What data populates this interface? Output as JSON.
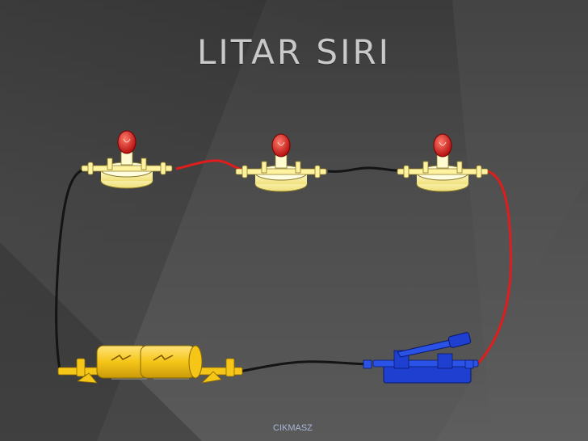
{
  "slide": {
    "title": "LITAR SIRI",
    "footer": "CIKMASZ"
  },
  "colors": {
    "background": "#4a4a4a",
    "title": "#c9c9c9",
    "lamp_base": "#fff3a0",
    "bulb": "#d01818",
    "wire_red": "#e01c1c",
    "wire_black": "#141414",
    "battery": "#f5c518",
    "switch": "#1f3fd0",
    "footer": "#a8b5d6"
  },
  "components": {
    "lamps": [
      "lamp",
      "lamp",
      "lamp"
    ],
    "battery_cells": [
      "cell",
      "cell"
    ],
    "switch": "knife-switch"
  }
}
